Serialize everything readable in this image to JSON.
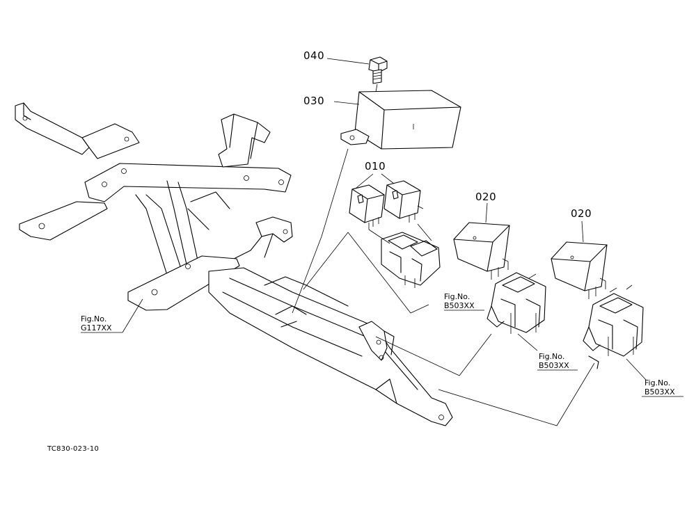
{
  "parts": {
    "p040": "040",
    "p030": "030",
    "p010": "010",
    "p020a": "020",
    "p020b": "020"
  },
  "figrefs": {
    "g117": {
      "line1": "Fig.No.",
      "line2": "G117XX"
    },
    "b503a": {
      "line1": "Fig.No.",
      "line2": "B503XX"
    },
    "b503b": {
      "line1": "Fig.No.",
      "line2": "B503XX"
    },
    "b503c": {
      "line1": "Fig.No.",
      "line2": "B503XX"
    }
  },
  "drawing_code": "TC830-023-10"
}
